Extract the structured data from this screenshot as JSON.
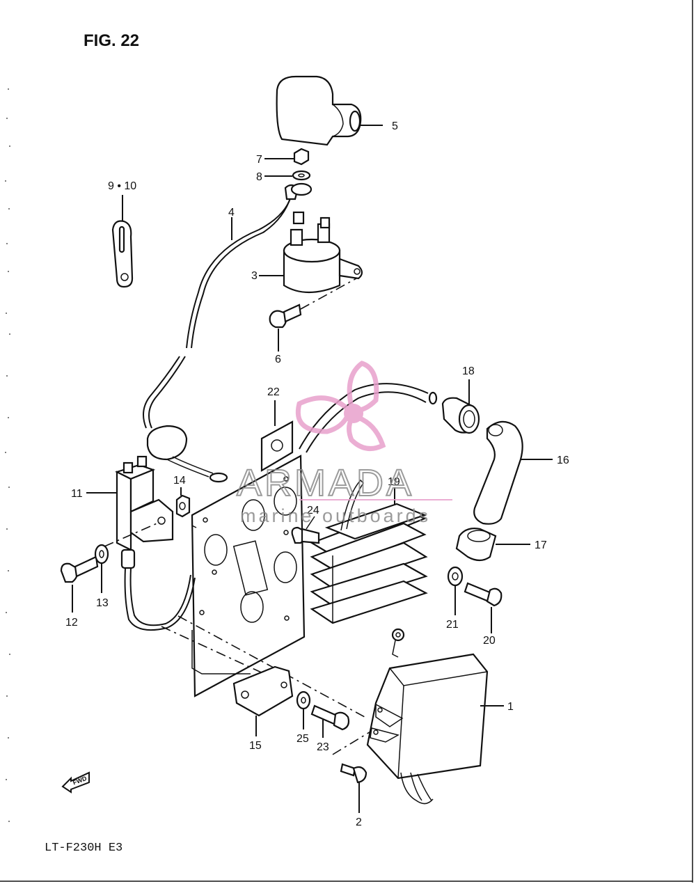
{
  "figure": {
    "title": "FIG. 22",
    "model": "LT-F230H E3"
  },
  "watermark": {
    "brand": "ARMADA",
    "tagline": "marine outboards",
    "color_text": "#8a8a8a",
    "color_logo": "#e8a0cc"
  },
  "fwd_badge": "FWD",
  "callouts": [
    "1",
    "2",
    "3",
    "4",
    "5",
    "6",
    "7",
    "8",
    "9 • 10",
    "11",
    "12",
    "13",
    "14",
    "15",
    "16",
    "17",
    "18",
    "19",
    "20",
    "21",
    "22",
    "23",
    "24",
    "25"
  ]
}
